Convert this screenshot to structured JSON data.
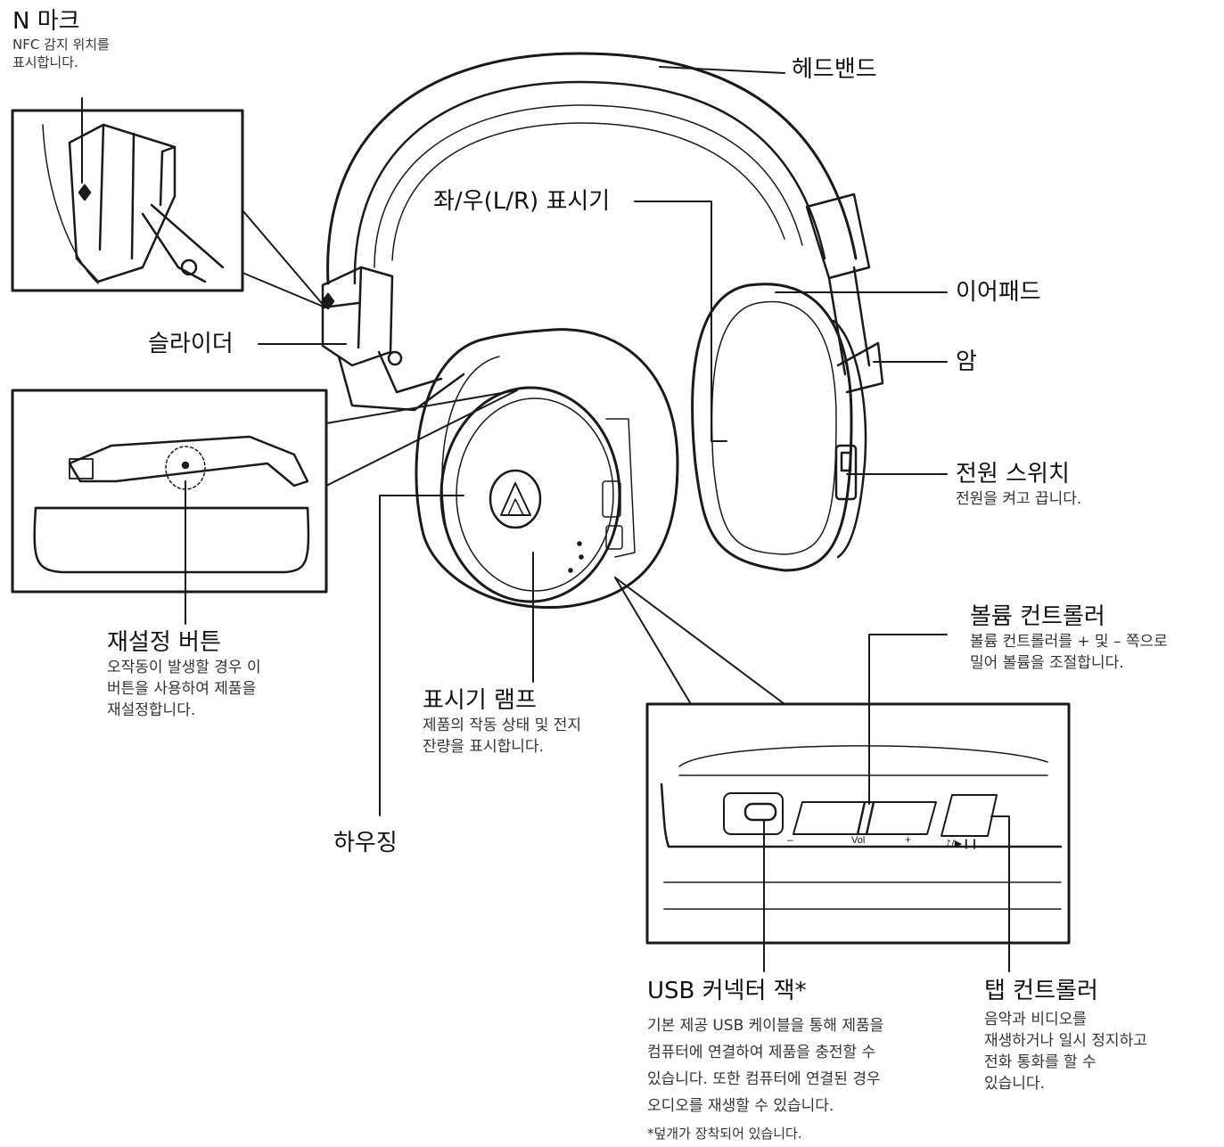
{
  "labels": {
    "n_mark": {
      "title": "N 마크",
      "desc": [
        "NFC 감지 위치를",
        "표시합니다."
      ]
    },
    "headband": {
      "title": "헤드밴드"
    },
    "lr_indicator": {
      "title": "좌/우(L/R) 표시기"
    },
    "earpad": {
      "title": "이어패드"
    },
    "slider": {
      "title": "슬라이더"
    },
    "arm": {
      "title": "암"
    },
    "power_switch": {
      "title": "전원 스위치",
      "desc": [
        "전원을 켜고 끕니다."
      ]
    },
    "reset_button": {
      "title": "재설정 버튼",
      "desc": [
        "오작동이 발생할 경우 이",
        "버튼을 사용하여 제품을",
        "재설정합니다."
      ]
    },
    "volume_controller": {
      "title": "볼륨 컨트롤러",
      "desc": [
        "볼륨 컨트롤러를 + 및 – 쪽으로",
        "밀어 볼륨을 조절합니다."
      ]
    },
    "indicator_lamp": {
      "title": "표시기 램프",
      "desc": [
        "제품의 작동 상태 및 전지",
        "잔량을 표시합니다."
      ]
    },
    "housing": {
      "title": "하우징"
    },
    "usb_jack": {
      "title": "USB 커넥터 잭*",
      "desc": [
        "기본 제공 USB 케이블을 통해 제품을",
        "컴퓨터에 연결하여 제품을 충전할 수",
        "있습니다. 또한 컴퓨터에 연결된 경우",
        "오디오를 재생할 수 있습니다."
      ],
      "note": "*덮개가 장착되어 있습니다."
    },
    "tap_controller": {
      "title": "탭 컨트롤러",
      "desc": [
        "음악과 비디오를",
        "재생하거나 일시 정지하고",
        "전화 통화를 할 수",
        "있습니다."
      ]
    }
  },
  "inset_text": {
    "vol_minus": "–",
    "vol": "Vol",
    "vol_plus": "+",
    "tap_icon": "♪/▶❙❙"
  },
  "colors": {
    "line": "#1a1a1a",
    "background": "#ffffff"
  }
}
